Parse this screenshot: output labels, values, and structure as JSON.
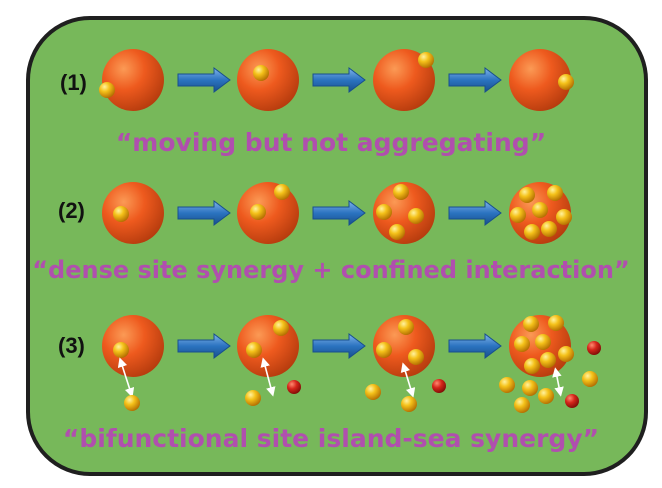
{
  "rows": [
    {
      "label": "(1)",
      "caption": "“moving but not aggregating”"
    },
    {
      "label": "(2)",
      "caption": "“dense site synergy + confined interaction”"
    },
    {
      "label": "(3)",
      "caption": "“bifunctional site island-sea synergy”"
    }
  ],
  "colors": {
    "panel_fill": "#77b85a",
    "panel_border": "#1f1f1f",
    "big_sphere": "#ee5a1e",
    "small_sphere": "#f4b400",
    "red_sphere": "#d5251a",
    "arrow": "#2b73c0",
    "caption_text": "#b04fae"
  },
  "icons": [
    "arrow-right-icon",
    "double-headed-arrow-icon"
  ]
}
